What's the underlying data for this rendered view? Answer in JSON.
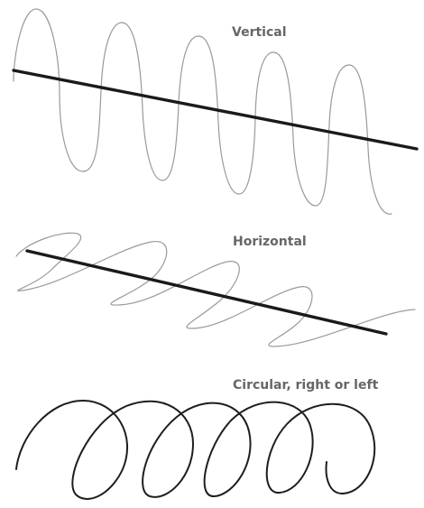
{
  "panels": [
    {
      "label": "Vertical"
    },
    {
      "label": "Horizontal"
    },
    {
      "label": "Circular, right or left"
    }
  ],
  "colors": {
    "label_text": "#666666",
    "light_wave": "#9a9a9a",
    "propagation_axis": "#1a1a1a",
    "circular_wave": "#1e1e1e"
  }
}
